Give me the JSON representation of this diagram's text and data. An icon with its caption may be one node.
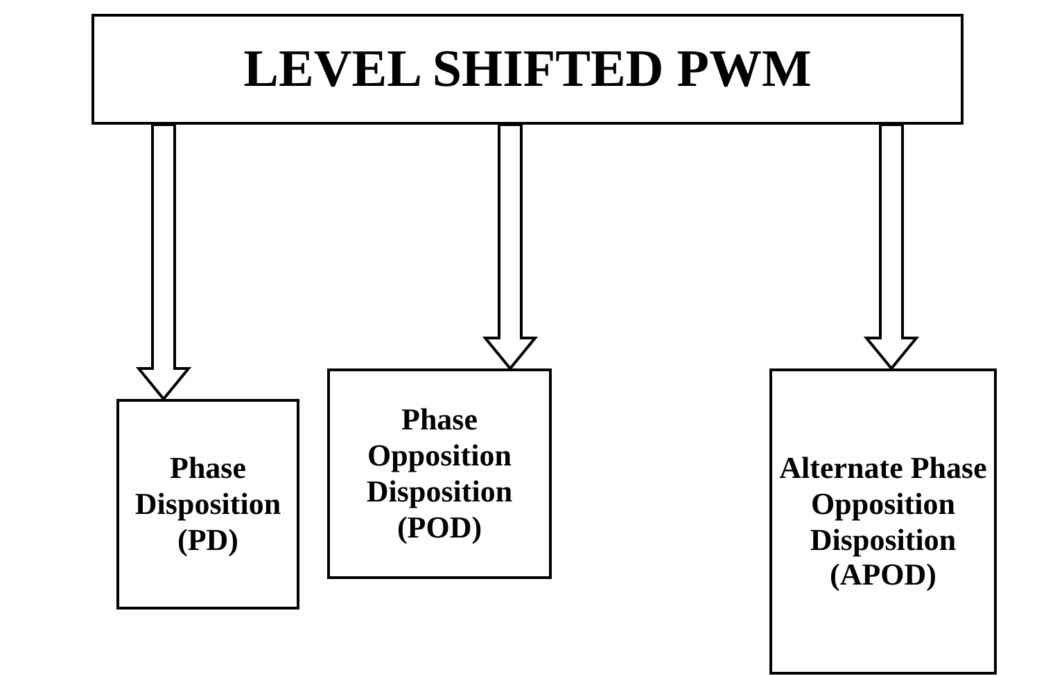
{
  "diagram": {
    "nodes": [
      {
        "text": [
          "LEVEL SHIFTED PWM"
        ]
      },
      {
        "text": [
          "Phase Disposition (PD)"
        ]
      },
      {
        "text": [
          "Phase Opposition Disposition (POD)"
        ]
      },
      {
        "text": [
          "Alternate Phase Opposition Disposition (APOD)"
        ]
      }
    ],
    "edges": [
      {
        "from": 0,
        "to": 1,
        "arrow": "to"
      },
      {
        "from": 0,
        "to": 2,
        "arrow": "to"
      },
      {
        "from": 0,
        "to": 3,
        "arrow": "to"
      }
    ]
  }
}
